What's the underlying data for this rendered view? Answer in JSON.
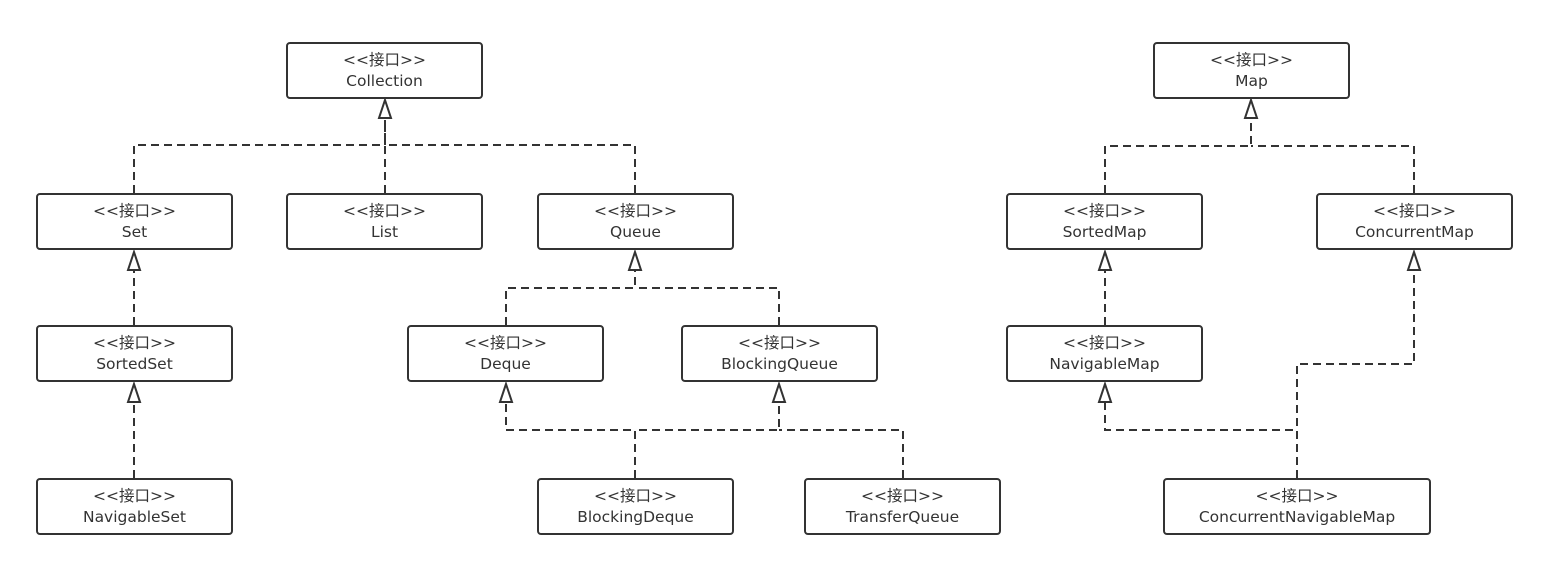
{
  "nodes": {
    "collection": {
      "stereotype": "<<接口>>",
      "name": "Collection"
    },
    "set": {
      "stereotype": "<<接口>>",
      "name": "Set"
    },
    "list": {
      "stereotype": "<<接口>>",
      "name": "List"
    },
    "queue": {
      "stereotype": "<<接口>>",
      "name": "Queue"
    },
    "sortedset": {
      "stereotype": "<<接口>>",
      "name": "SortedSet"
    },
    "navigableset": {
      "stereotype": "<<接口>>",
      "name": "NavigableSet"
    },
    "deque": {
      "stereotype": "<<接口>>",
      "name": "Deque"
    },
    "blockingqueue": {
      "stereotype": "<<接口>>",
      "name": "BlockingQueue"
    },
    "blockingdeque": {
      "stereotype": "<<接口>>",
      "name": "BlockingDeque"
    },
    "transferqueue": {
      "stereotype": "<<接口>>",
      "name": "TransferQueue"
    },
    "map": {
      "stereotype": "<<接口>>",
      "name": "Map"
    },
    "sortedmap": {
      "stereotype": "<<接口>>",
      "name": "SortedMap"
    },
    "concurrentmap": {
      "stereotype": "<<接口>>",
      "name": "ConcurrentMap"
    },
    "navigablemap": {
      "stereotype": "<<接口>>",
      "name": "NavigableMap"
    },
    "concurrentnavigablemap": {
      "stereotype": "<<接口>>",
      "name": "ConcurrentNavigableMap"
    }
  },
  "edges": [
    {
      "from": "set",
      "to": "collection"
    },
    {
      "from": "list",
      "to": "collection"
    },
    {
      "from": "queue",
      "to": "collection"
    },
    {
      "from": "sortedset",
      "to": "set"
    },
    {
      "from": "navigableset",
      "to": "sortedset"
    },
    {
      "from": "deque",
      "to": "queue"
    },
    {
      "from": "blockingqueue",
      "to": "queue"
    },
    {
      "from": "blockingdeque",
      "to": "deque"
    },
    {
      "from": "blockingdeque",
      "to": "blockingqueue"
    },
    {
      "from": "transferqueue",
      "to": "blockingqueue"
    },
    {
      "from": "sortedmap",
      "to": "map"
    },
    {
      "from": "concurrentmap",
      "to": "map"
    },
    {
      "from": "navigablemap",
      "to": "sortedmap"
    },
    {
      "from": "concurrentnavigablemap",
      "to": "navigablemap"
    },
    {
      "from": "concurrentnavigablemap",
      "to": "concurrentmap"
    }
  ],
  "colors": {
    "line": "#333333",
    "box_border": "#333333",
    "box_fill": "#ffffff",
    "text": "#333333"
  }
}
